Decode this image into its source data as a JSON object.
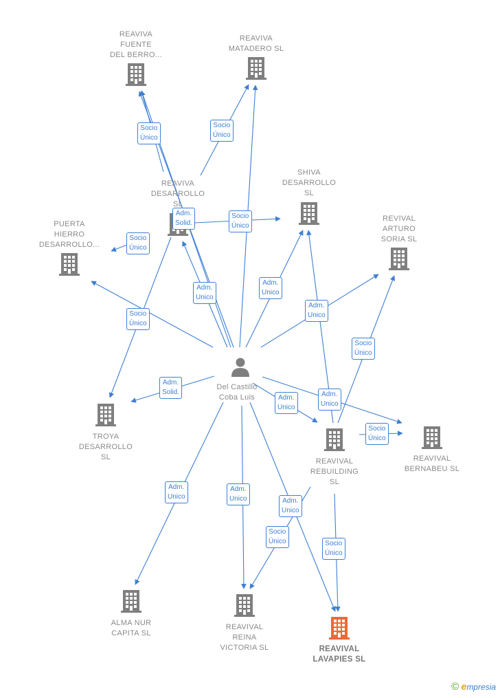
{
  "colors": {
    "edge": "#3d7fd4",
    "company": "#7f7f7f",
    "highlight": "#ee6a31",
    "person": "#7f7f7f"
  },
  "person": {
    "lines": [
      "Del Castillo",
      "Coba Luis"
    ]
  },
  "companies": [
    {
      "id": "fuente",
      "lines": [
        "REAVIVA",
        "FUENTE",
        "DEL BERRO..."
      ]
    },
    {
      "id": "matadero",
      "lines": [
        "REAVIVA",
        "MATADERO  SL"
      ]
    },
    {
      "id": "desarrollo",
      "lines": [
        "REAVIVA",
        "DESARROLLO",
        "SL"
      ]
    },
    {
      "id": "shiva",
      "lines": [
        "SHIVA",
        "DESARROLLO",
        "SL"
      ]
    },
    {
      "id": "arturo",
      "lines": [
        "REVIVAL",
        "ARTURO",
        "SORIA  SL"
      ]
    },
    {
      "id": "hierro",
      "lines": [
        "PUERTA",
        "HIERRO",
        "DESARROLLO..."
      ]
    },
    {
      "id": "troya",
      "lines": [
        "TROYA",
        "DESARROLLO",
        "SL"
      ]
    },
    {
      "id": "rebuilding",
      "lines": [
        "REAVIVAL",
        "REBUILDING",
        "SL"
      ]
    },
    {
      "id": "bernabeu",
      "lines": [
        "REAVIVAL",
        "BERNABEU  SL"
      ]
    },
    {
      "id": "alma",
      "lines": [
        "ALMA NUR",
        "CAPITA  SL"
      ]
    },
    {
      "id": "reina",
      "lines": [
        "REAVIVAL",
        "REINA",
        "VICTORIA  SL"
      ]
    },
    {
      "id": "lavapies",
      "lines": [
        "REAVIVAL",
        "LAVAPIES  SL"
      ],
      "highlight": true
    }
  ],
  "edge_labels": [
    {
      "lines": [
        "Socio",
        "Único"
      ]
    },
    {
      "lines": [
        "Socio",
        "Único"
      ]
    },
    {
      "lines": [
        "Adm.",
        "Solid."
      ]
    },
    {
      "lines": [
        "Socio",
        "Único"
      ]
    },
    {
      "lines": [
        "Socio",
        "Único"
      ]
    },
    {
      "lines": [
        "Adm.",
        "Unico"
      ]
    },
    {
      "lines": [
        "Adm.",
        "Unico"
      ]
    },
    {
      "lines": [
        "Socio",
        "Único"
      ]
    },
    {
      "lines": [
        "Adm.",
        "Unico"
      ]
    },
    {
      "lines": [
        "Socio",
        "Único"
      ]
    },
    {
      "lines": [
        "Adm.",
        "Solid."
      ]
    },
    {
      "lines": [
        "Adm.",
        "Unico"
      ]
    },
    {
      "lines": [
        "Adm.",
        "Unico"
      ]
    },
    {
      "lines": [
        "Socio",
        "Único"
      ]
    },
    {
      "lines": [
        "Adm.",
        "Unico"
      ]
    },
    {
      "lines": [
        "Adm.",
        "Unico"
      ]
    },
    {
      "lines": [
        "Adm.",
        "Unico"
      ]
    },
    {
      "lines": [
        "Socio",
        "Único"
      ]
    },
    {
      "lines": [
        "Socio",
        "Único"
      ]
    }
  ],
  "brand": {
    "copyright": "©",
    "initial": "e",
    "rest": "mpresia"
  }
}
